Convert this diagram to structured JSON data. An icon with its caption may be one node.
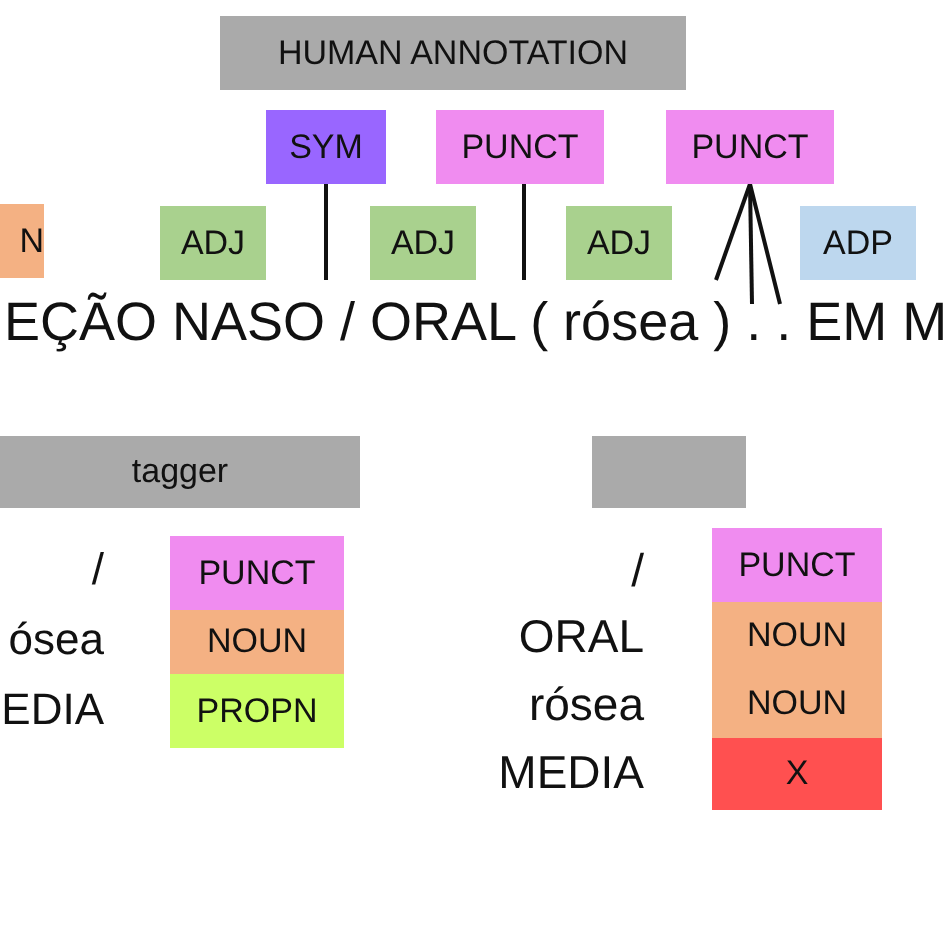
{
  "diagram": {
    "nodes": [
      {
        "text": [
          "HUMAN ANNOTATION"
        ]
      },
      {
        "text": [
          "SYM"
        ]
      },
      {
        "text": [
          "PUNCT"
        ]
      },
      {
        "text": [
          "PUNCT"
        ]
      },
      {
        "text": [
          "N"
        ]
      },
      {
        "text": [
          "ADJ"
        ]
      },
      {
        "text": [
          "ADJ"
        ]
      },
      {
        "text": [
          "ADJ"
        ]
      },
      {
        "text": [
          "ADP"
        ]
      },
      {
        "text": [
          "tagger"
        ]
      },
      {
        "text": [
          "PUNCT"
        ]
      },
      {
        "text": [
          "NOUN"
        ]
      },
      {
        "text": [
          "PROPN"
        ]
      },
      {
        "text": [],
        "shape": "box"
      },
      {
        "text": [
          "PUNCT"
        ]
      },
      {
        "text": [
          "NOUN"
        ]
      },
      {
        "text": [
          "NOUN"
        ]
      },
      {
        "text": [
          "X"
        ]
      },
      {
        "text": [
          "EÇÃO NASO / ORAL ( rósea ) . . EM M"
        ]
      }
    ],
    "edges": [
      {
        "from": 1,
        "to": 18,
        "arrow": "none"
      },
      {
        "from": 2,
        "to": 18,
        "arrow": "none"
      },
      {
        "from": 3,
        "to": 18,
        "arrow": "none"
      },
      {
        "from": 3,
        "to": 18,
        "arrow": "none"
      },
      {
        "from": 3,
        "to": 18,
        "arrow": "none"
      }
    ],
    "labels": [
      "/",
      "ósea",
      "EDIA",
      "/",
      "ORAL",
      "rósea",
      "MEDIA"
    ]
  }
}
